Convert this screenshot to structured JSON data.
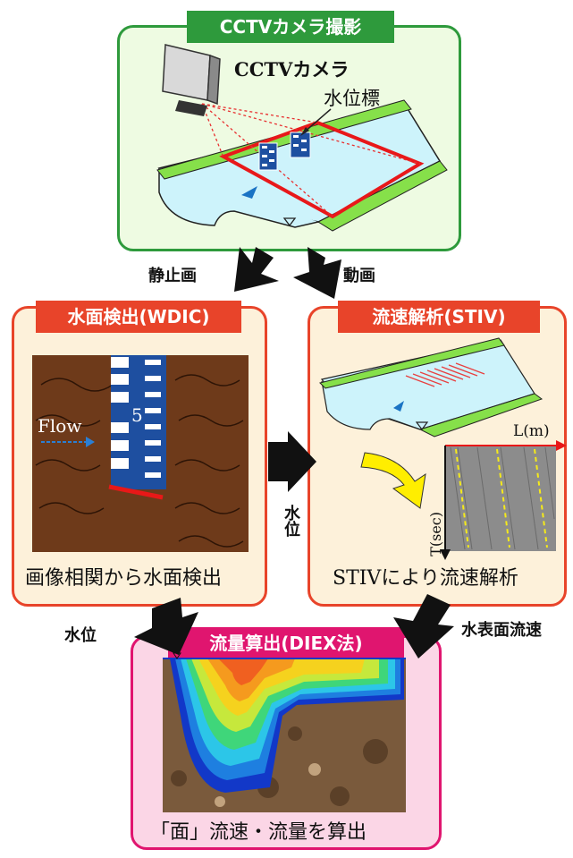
{
  "panels": {
    "cctv": {
      "title": "CCTVカメラ撮影",
      "camera_label": "CCTVカメラ",
      "gauge_label": "水位標"
    },
    "wdic": {
      "title": "水面検出(WDIC)",
      "flow_label": "Flow",
      "gauge_number": "5",
      "caption": "画像相関から水面検出"
    },
    "stiv": {
      "title": "流速解析(STIV)",
      "axis_x": "L(m)",
      "axis_y": "T(sec)",
      "caption": "STIVにより流速解析"
    },
    "diex": {
      "title": "流量算出(DIEX法)",
      "caption": "「面」流速・流量を算出"
    }
  },
  "arrows": {
    "still_image": "静止画",
    "video": "動画",
    "water_level_mid": "水位",
    "water_level_left": "水位",
    "surface_velocity": "水表面流速"
  },
  "colors": {
    "green": "#2e9a3c",
    "red": "#e8442a",
    "magenta": "#e0156f",
    "water": "#cdf3fb",
    "bank": "#86e04a"
  }
}
